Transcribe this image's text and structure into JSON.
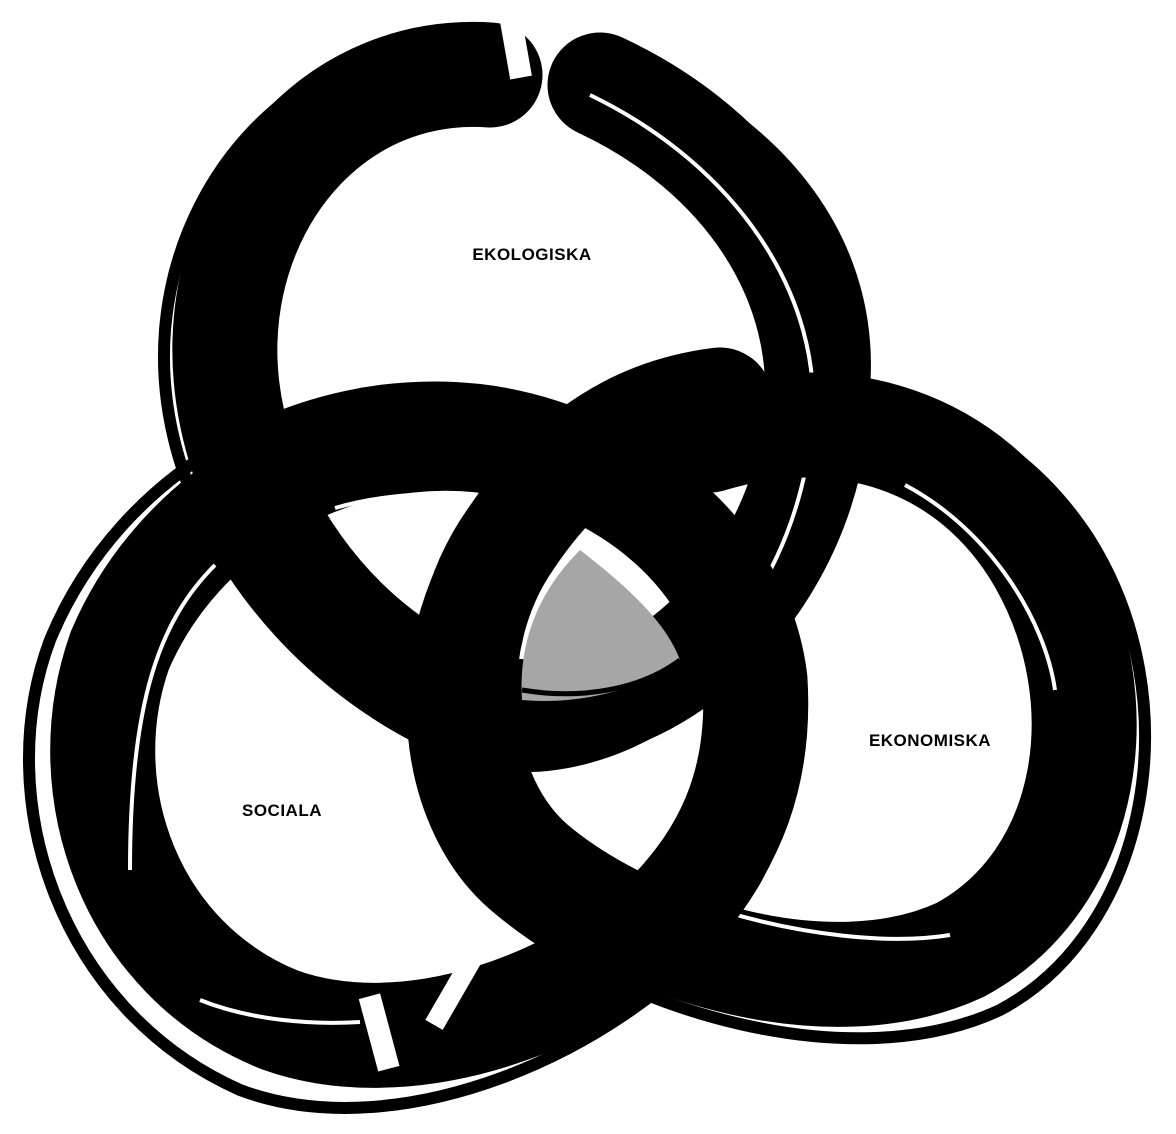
{
  "diagram": {
    "type": "venn-three-rings",
    "colors": {
      "ring": "#000000",
      "background": "#ffffff",
      "center_intersection": "#a6a6a6"
    },
    "sets": [
      {
        "id": "ekologiska",
        "label": "EKOLOGISKA"
      },
      {
        "id": "ekonomiska",
        "label": "EKONOMISKA"
      },
      {
        "id": "sociala",
        "label": "SOCIALA"
      }
    ]
  }
}
